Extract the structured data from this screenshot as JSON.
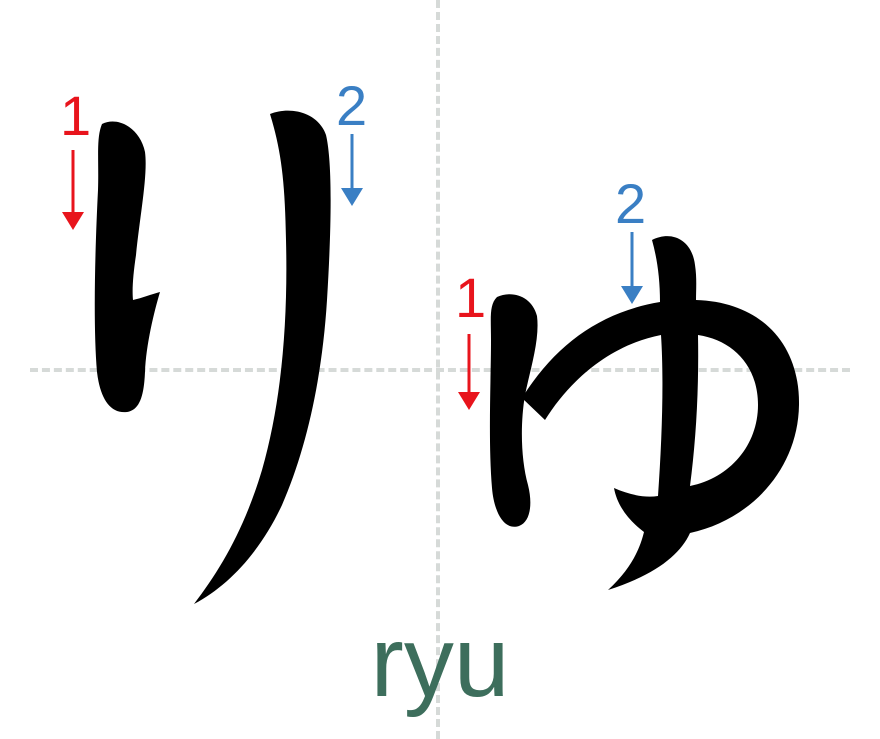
{
  "romaji": "ryu",
  "kana": {
    "ri": {
      "strokes": [
        {
          "number": "1",
          "color": "#e8141c"
        },
        {
          "number": "2",
          "color": "#3a7fc4"
        }
      ]
    },
    "yu": {
      "strokes": [
        {
          "number": "1",
          "color": "#e8141c"
        },
        {
          "number": "2",
          "color": "#3a7fc4"
        }
      ]
    }
  },
  "colors": {
    "ink": "#000000",
    "guide": "#d6dad8",
    "romaji": "#3d6e5c"
  }
}
